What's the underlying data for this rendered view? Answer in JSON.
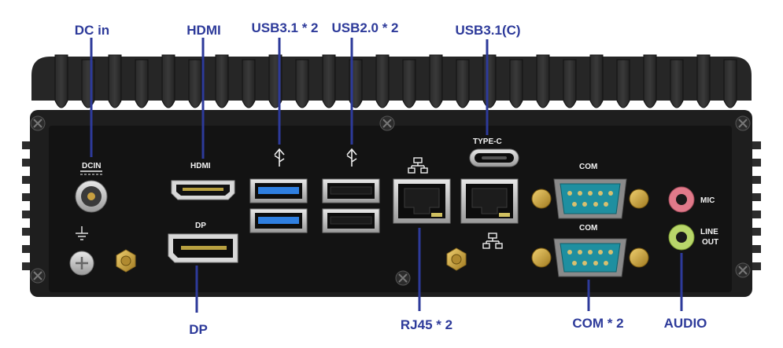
{
  "colors": {
    "callout_text": "#2d3a9a",
    "leader_line": "#2d3a9a",
    "chassis": "#1f1f1f",
    "panel": "#141414",
    "usb3_blue": "#2f7fe0",
    "db9_teal": "#1f8fa0",
    "mic_pink": "#e07a8a",
    "lineout_green": "#b8d66a"
  },
  "callouts": {
    "dc_in": "DC in",
    "hdmi": "HDMI",
    "usb31": "USB3.1 * 2",
    "usb20": "USB2.0 * 2",
    "usb31c": "USB3.1(C)",
    "dp": "DP",
    "rj45": "RJ45 * 2",
    "com": "COM * 2",
    "audio": "AUDIO"
  },
  "panel_labels": {
    "dcin": "DCIN",
    "hdmi": "HDMI",
    "dp": "DP",
    "type_c": "TYPE-C",
    "com_top": "COM",
    "com_bottom": "COM",
    "mic": "MIC",
    "line": "LINE",
    "out": "OUT"
  },
  "icons": {
    "usb_upper_left": "usb-icon",
    "usb_upper_right": "usb-icon",
    "network_top": "network-icon",
    "network_bottom": "network-icon",
    "ground": "ground-icon"
  }
}
